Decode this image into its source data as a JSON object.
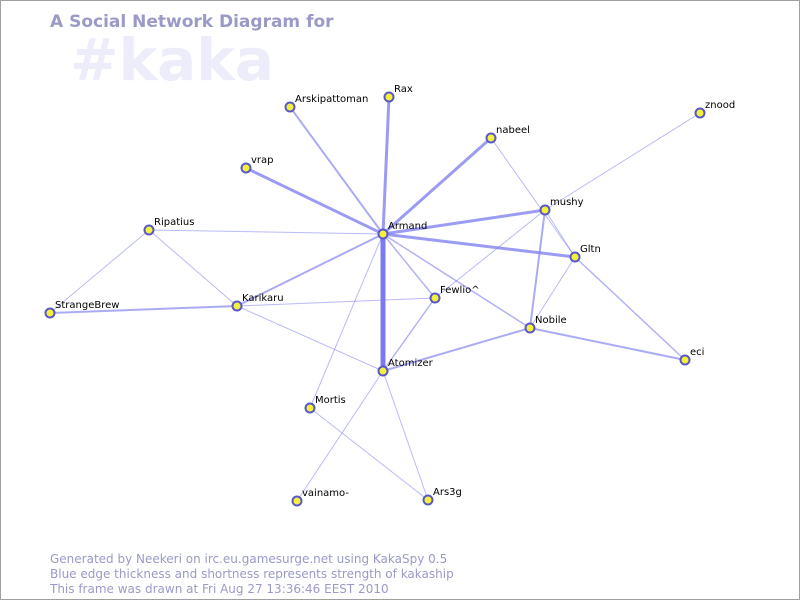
{
  "header": {
    "title": "A Social Network Diagram for",
    "channel": "#kaka"
  },
  "footer": {
    "line1": "Generated by Neekeri on irc.eu.gamesurge.net using KakaSpy 0.5",
    "line2": "Blue edge thickness and shortness represents strength of kakaship",
    "line3": "This frame was drawn at Fri Aug 27 13:36:46 EEST 2010"
  },
  "colors": {
    "edge": "#7b7bf0",
    "node_fill": "#f4f03c",
    "node_stroke": "#5858c8"
  },
  "nodes": [
    {
      "id": "Armand",
      "label": "Armand"
    },
    {
      "id": "Rax",
      "label": "Rax"
    },
    {
      "id": "Arskipattoman",
      "label": "Arskipattoman"
    },
    {
      "id": "nabeel",
      "label": "nabeel"
    },
    {
      "id": "znood",
      "label": "znood"
    },
    {
      "id": "vrap",
      "label": "vrap"
    },
    {
      "id": "mushy",
      "label": "mushy"
    },
    {
      "id": "Ripatius",
      "label": "Ripatius"
    },
    {
      "id": "Gltn",
      "label": "Gltn"
    },
    {
      "id": "Karikaru",
      "label": "Karikaru"
    },
    {
      "id": "Fewlio^",
      "label": "Fewlio^"
    },
    {
      "id": "StrangeBrew",
      "label": "StrangeBrew"
    },
    {
      "id": "Nobile",
      "label": "Nobile"
    },
    {
      "id": "eci",
      "label": "eci"
    },
    {
      "id": "Atomizer",
      "label": "Atomizer"
    },
    {
      "id": "Mortis",
      "label": "Mortis"
    },
    {
      "id": "vainamo-",
      "label": "vainamo-"
    },
    {
      "id": "Ars3g",
      "label": "Ars3g"
    }
  ],
  "edges": [
    {
      "source": "Armand",
      "target": "Atomizer",
      "strength": 5
    },
    {
      "source": "Armand",
      "target": "Rax",
      "strength": 3
    },
    {
      "source": "Armand",
      "target": "nabeel",
      "strength": 3
    },
    {
      "source": "Armand",
      "target": "vrap",
      "strength": 3
    },
    {
      "source": "Armand",
      "target": "mushy",
      "strength": 3
    },
    {
      "source": "Armand",
      "target": "Gltn",
      "strength": 3
    },
    {
      "source": "Armand",
      "target": "Arskipattoman",
      "strength": 2
    },
    {
      "source": "Armand",
      "target": "Karikaru",
      "strength": 2
    },
    {
      "source": "Armand",
      "target": "Fewlio^",
      "strength": 1.5
    },
    {
      "source": "Armand",
      "target": "Nobile",
      "strength": 1.5
    },
    {
      "source": "Armand",
      "target": "Ripatius",
      "strength": 1
    },
    {
      "source": "Armand",
      "target": "Mortis",
      "strength": 1
    },
    {
      "source": "Atomizer",
      "target": "Nobile",
      "strength": 2
    },
    {
      "source": "Atomizer",
      "target": "Fewlio^",
      "strength": 1.5
    },
    {
      "source": "Atomizer",
      "target": "vainamo-",
      "strength": 1
    },
    {
      "source": "Atomizer",
      "target": "Ars3g",
      "strength": 1
    },
    {
      "source": "Atomizer",
      "target": "Karikaru",
      "strength": 1
    },
    {
      "source": "StrangeBrew",
      "target": "Karikaru",
      "strength": 2
    },
    {
      "source": "StrangeBrew",
      "target": "Ripatius",
      "strength": 1
    },
    {
      "source": "Ripatius",
      "target": "Karikaru",
      "strength": 1
    },
    {
      "source": "Karikaru",
      "target": "Fewlio^",
      "strength": 1
    },
    {
      "source": "mushy",
      "target": "znood",
      "strength": 1
    },
    {
      "source": "mushy",
      "target": "Nobile",
      "strength": 2
    },
    {
      "source": "mushy",
      "target": "Fewlio^",
      "strength": 1
    },
    {
      "source": "mushy",
      "target": "Gltn",
      "strength": 1
    },
    {
      "source": "nabeel",
      "target": "Gltn",
      "strength": 1
    },
    {
      "source": "Gltn",
      "target": "Nobile",
      "strength": 1
    },
    {
      "source": "Gltn",
      "target": "eci",
      "strength": 1.5
    },
    {
      "source": "Nobile",
      "target": "eci",
      "strength": 2
    },
    {
      "source": "Mortis",
      "target": "Ars3g",
      "strength": 1
    }
  ]
}
